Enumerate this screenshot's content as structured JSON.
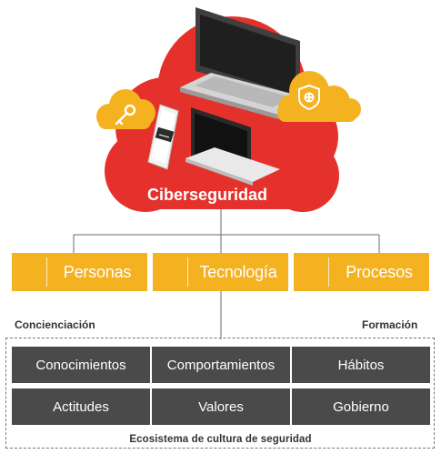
{
  "cloud": {
    "title": "Ciberseguridad",
    "color": "#e4312b"
  },
  "accent_color": "#f4b221",
  "pillars": [
    {
      "label": "Personas",
      "icon": "people-icon"
    },
    {
      "label": "Tecnología",
      "icon": "circuit-icon"
    },
    {
      "label": "Procesos",
      "icon": "gears-icon"
    }
  ],
  "side_labels": {
    "left": "Concienciación",
    "right": "Formación"
  },
  "ecosystem": {
    "title": "Ecosistema  de cultura de seguridad",
    "cells": [
      [
        "Conocimientos",
        "Comportamientos",
        "Hábitos"
      ],
      [
        "Actitudes",
        "Valores",
        "Gobierno"
      ]
    ]
  }
}
